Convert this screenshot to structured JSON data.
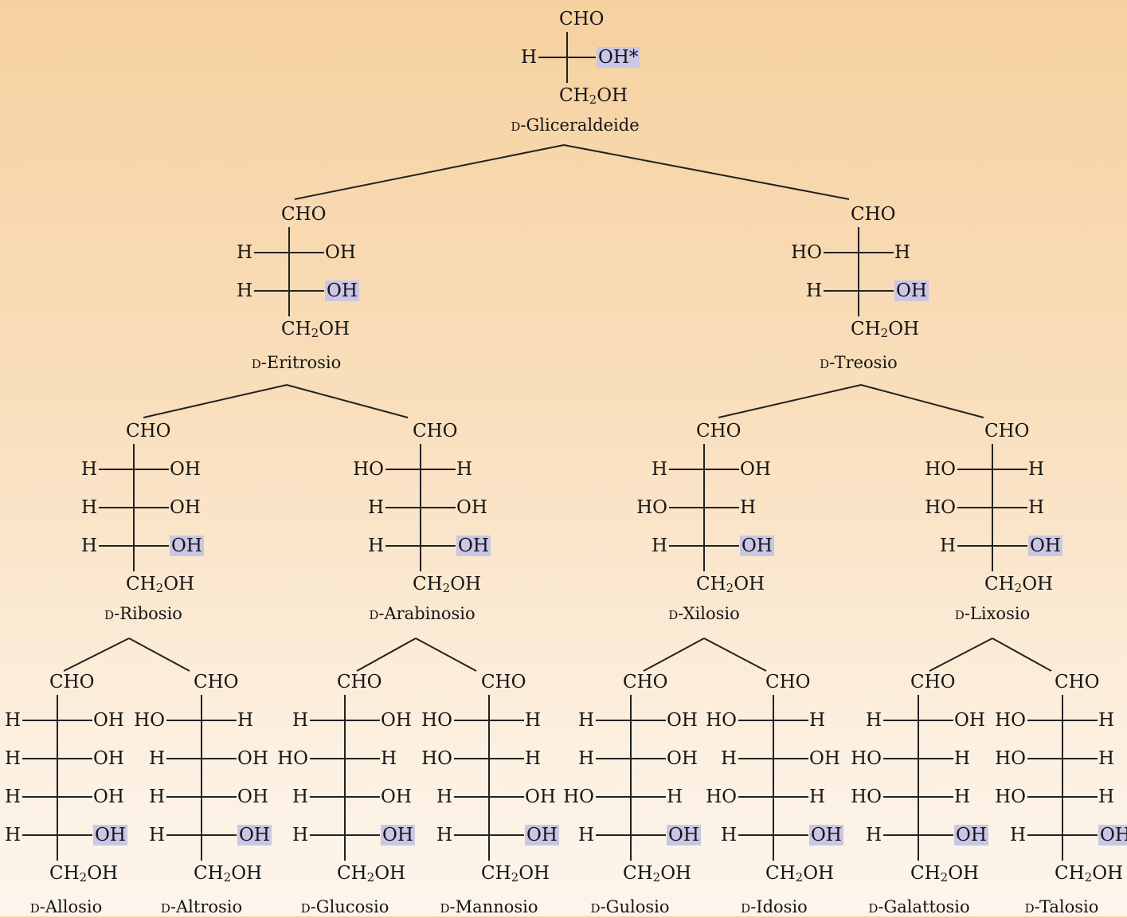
{
  "labels": {
    "top": "CHO",
    "bottom_pre": "CH",
    "bottom_sub": "2",
    "bottom_post": "OH",
    "d_prefix": "D",
    "dash": "-"
  },
  "accent_color": "#c9c6e6",
  "molecules": [
    {
      "name": "Gliceraldeide",
      "rows": [
        [
          "H",
          "OH*"
        ]
      ]
    },
    {
      "name": "Eritrosio",
      "rows": [
        [
          "H",
          "OH"
        ],
        [
          "H",
          "OH"
        ]
      ]
    },
    {
      "name": "Treosio",
      "rows": [
        [
          "HO",
          "H"
        ],
        [
          "H",
          "OH"
        ]
      ]
    },
    {
      "name": "Ribosio",
      "rows": [
        [
          "H",
          "OH"
        ],
        [
          "H",
          "OH"
        ],
        [
          "H",
          "OH"
        ]
      ]
    },
    {
      "name": "Arabinosio",
      "rows": [
        [
          "HO",
          "H"
        ],
        [
          "H",
          "OH"
        ],
        [
          "H",
          "OH"
        ]
      ]
    },
    {
      "name": "Xilosio",
      "rows": [
        [
          "H",
          "OH"
        ],
        [
          "HO",
          "H"
        ],
        [
          "H",
          "OH"
        ]
      ]
    },
    {
      "name": "Lixosio",
      "rows": [
        [
          "HO",
          "H"
        ],
        [
          "HO",
          "H"
        ],
        [
          "H",
          "OH"
        ]
      ]
    },
    {
      "name": "Allosio",
      "rows": [
        [
          "H",
          "OH"
        ],
        [
          "H",
          "OH"
        ],
        [
          "H",
          "OH"
        ],
        [
          "H",
          "OH"
        ]
      ]
    },
    {
      "name": "Altrosio",
      "rows": [
        [
          "HO",
          "H"
        ],
        [
          "H",
          "OH"
        ],
        [
          "H",
          "OH"
        ],
        [
          "H",
          "OH"
        ]
      ]
    },
    {
      "name": "Glucosio",
      "rows": [
        [
          "H",
          "OH"
        ],
        [
          "HO",
          "H"
        ],
        [
          "H",
          "OH"
        ],
        [
          "H",
          "OH"
        ]
      ]
    },
    {
      "name": "Mannosio",
      "rows": [
        [
          "HO",
          "H"
        ],
        [
          "HO",
          "H"
        ],
        [
          "H",
          "OH"
        ],
        [
          "H",
          "OH"
        ]
      ]
    },
    {
      "name": "Gulosio",
      "rows": [
        [
          "H",
          "OH"
        ],
        [
          "H",
          "OH"
        ],
        [
          "HO",
          "H"
        ],
        [
          "H",
          "OH"
        ]
      ]
    },
    {
      "name": "Idosio",
      "rows": [
        [
          "HO",
          "H"
        ],
        [
          "H",
          "OH"
        ],
        [
          "HO",
          "H"
        ],
        [
          "H",
          "OH"
        ]
      ]
    },
    {
      "name": "Galattosio",
      "rows": [
        [
          "H",
          "OH"
        ],
        [
          "HO",
          "H"
        ],
        [
          "HO",
          "H"
        ],
        [
          "H",
          "OH"
        ]
      ]
    },
    {
      "name": "Talosio",
      "rows": [
        [
          "HO",
          "H"
        ],
        [
          "HO",
          "H"
        ],
        [
          "HO",
          "H"
        ],
        [
          "H",
          "OH"
        ]
      ]
    }
  ]
}
